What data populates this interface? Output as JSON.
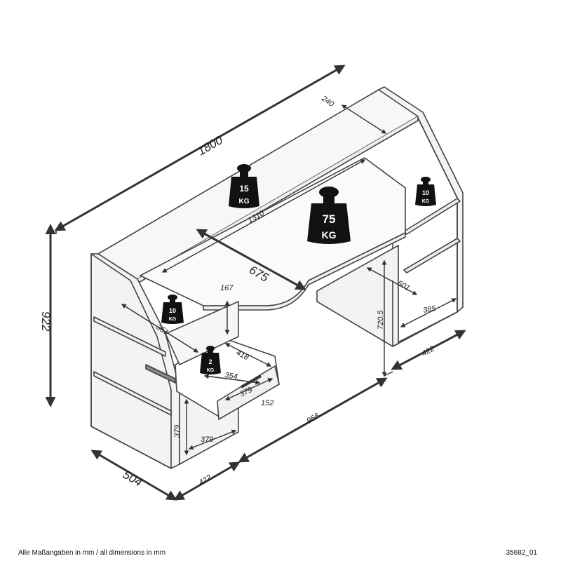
{
  "dimensions": {
    "total_width": "1800",
    "shelf_depth_top": "240",
    "height": "922",
    "inner_width": "1310",
    "desk_depth": "675",
    "drawer_front_width": "167",
    "left_side_depth": "361",
    "drawer_width": "418",
    "drawer_inner": "354",
    "drawer_depth": "379",
    "drawer_height": "152",
    "left_compartment_height": "379",
    "left_compartment_depth": "379",
    "right_shelf_depth": "501",
    "right_inner_width": "385",
    "leg_height": "720.5",
    "right_unit_width": "422",
    "middle_width": "956",
    "left_unit_width": "422",
    "overall_depth": "504"
  },
  "weights": {
    "shelf_load": {
      "value": "15",
      "unit": "KG"
    },
    "desk_load": {
      "value": "75",
      "unit": "KG"
    },
    "right_shelf_load": {
      "value": "10",
      "unit": "KG"
    },
    "left_shelf_load": {
      "value": "10",
      "unit": "KG"
    },
    "drawer_load": {
      "value": "2",
      "unit": "KG"
    }
  },
  "footer": {
    "note": "Alle Maßangaben in mm / all dimensions in mm",
    "article_number": "35682_01"
  }
}
